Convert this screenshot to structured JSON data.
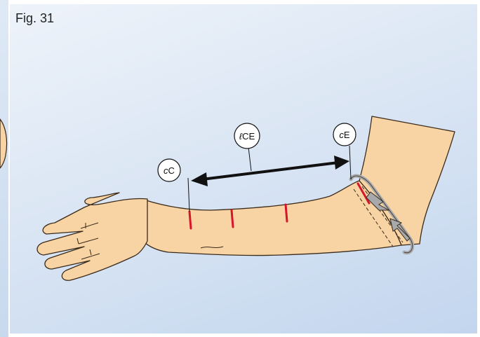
{
  "figure": {
    "label": "Fig. 31"
  },
  "markers": {
    "cC": {
      "prefix": "c",
      "suffix": "C"
    },
    "lCE": {
      "prefix": "ℓ",
      "suffix": "CE"
    },
    "cE": {
      "prefix": "c",
      "suffix": "E"
    }
  },
  "colors": {
    "skin": "#f8d3a4",
    "skin_outline": "#3a2a1a",
    "mark_red": "#d6162a",
    "arrow_gray": "#a7a9ac",
    "panel_top": "#eef3fa",
    "panel_bottom": "#c3d6ee"
  }
}
